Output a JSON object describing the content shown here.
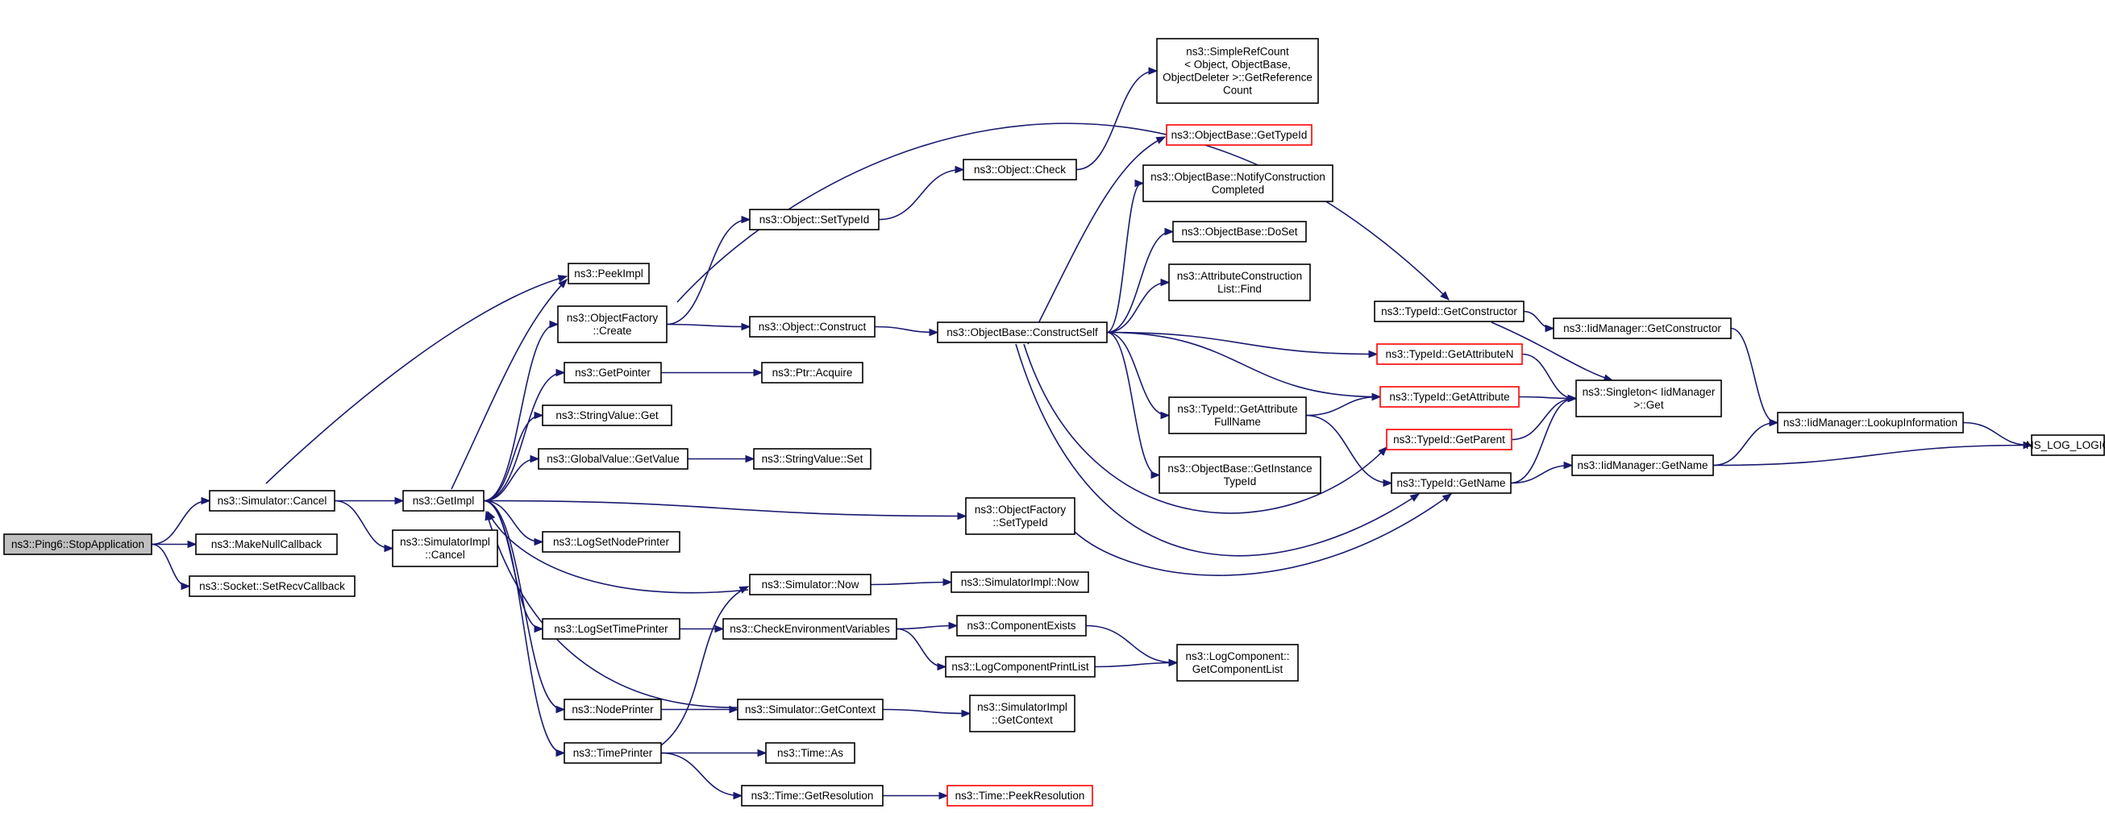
{
  "colors": {
    "edge": "#191970",
    "box_border": "#000000",
    "box_border_incomplete": "#ff0000",
    "root_fill": "#bfbfbf",
    "box_fill": "#ffffff"
  },
  "nodes": [
    {
      "id": "ping6_stop",
      "lines": [
        "ns3::Ping6::StopApplication"
      ],
      "root": true
    },
    {
      "id": "sim_cancel",
      "lines": [
        "ns3::Simulator::Cancel"
      ]
    },
    {
      "id": "make_null_cb",
      "lines": [
        "ns3::MakeNullCallback"
      ]
    },
    {
      "id": "socket_setrecv",
      "lines": [
        "ns3::Socket::SetRecvCallback"
      ]
    },
    {
      "id": "get_impl",
      "lines": [
        "ns3::GetImpl"
      ]
    },
    {
      "id": "simimpl_cancel",
      "lines": [
        "ns3::SimulatorImpl",
        "::Cancel"
      ]
    },
    {
      "id": "peek_impl",
      "lines": [
        "ns3::PeekImpl"
      ]
    },
    {
      "id": "objfactory_create",
      "lines": [
        "ns3::ObjectFactory",
        "::Create"
      ]
    },
    {
      "id": "get_pointer",
      "lines": [
        "ns3::GetPointer"
      ]
    },
    {
      "id": "stringvalue_get",
      "lines": [
        "ns3::StringValue::Get"
      ]
    },
    {
      "id": "globalvalue_getvalue",
      "lines": [
        "ns3::GlobalValue::GetValue"
      ]
    },
    {
      "id": "log_set_node_printer",
      "lines": [
        "ns3::LogSetNodePrinter"
      ]
    },
    {
      "id": "log_set_time_printer",
      "lines": [
        "ns3::LogSetTimePrinter"
      ]
    },
    {
      "id": "node_printer",
      "lines": [
        "ns3::NodePrinter"
      ]
    },
    {
      "id": "time_printer",
      "lines": [
        "ns3::TimePrinter"
      ]
    },
    {
      "id": "object_settypeid",
      "lines": [
        "ns3::Object::SetTypeId"
      ]
    },
    {
      "id": "object_construct",
      "lines": [
        "ns3::Object::Construct"
      ]
    },
    {
      "id": "ptr_acquire",
      "lines": [
        "ns3::Ptr::Acquire"
      ]
    },
    {
      "id": "stringvalue_set",
      "lines": [
        "ns3::StringValue::Set"
      ]
    },
    {
      "id": "sim_now",
      "lines": [
        "ns3::Simulator::Now"
      ]
    },
    {
      "id": "check_env_vars",
      "lines": [
        "ns3::CheckEnvironmentVariables"
      ]
    },
    {
      "id": "sim_getcontext",
      "lines": [
        "ns3::Simulator::GetContext"
      ]
    },
    {
      "id": "time_as",
      "lines": [
        "ns3::Time::As"
      ]
    },
    {
      "id": "time_getresolution",
      "lines": [
        "ns3::Time::GetResolution"
      ]
    },
    {
      "id": "object_check",
      "lines": [
        "ns3::Object::Check"
      ]
    },
    {
      "id": "objbase_constructself",
      "lines": [
        "ns3::ObjectBase::ConstructSelf"
      ]
    },
    {
      "id": "objfactory_settypeid",
      "lines": [
        "ns3::ObjectFactory",
        "::SetTypeId"
      ]
    },
    {
      "id": "simimpl_now",
      "lines": [
        "ns3::SimulatorImpl::Now"
      ]
    },
    {
      "id": "component_exists",
      "lines": [
        "ns3::ComponentExists"
      ]
    },
    {
      "id": "logcomponent_printlist",
      "lines": [
        "ns3::LogComponentPrintList"
      ]
    },
    {
      "id": "simimpl_getcontext",
      "lines": [
        "ns3::SimulatorImpl",
        "::GetContext"
      ]
    },
    {
      "id": "time_peekresolution",
      "lines": [
        "ns3::Time::PeekResolution"
      ],
      "incomplete": true
    },
    {
      "id": "simplerefcount",
      "lines": [
        "ns3::SimpleRefCount",
        "< Object, ObjectBase,",
        "ObjectDeleter >::GetReference",
        "Count"
      ]
    },
    {
      "id": "objbase_gettypeid",
      "lines": [
        "ns3::ObjectBase::GetTypeId"
      ],
      "incomplete": true
    },
    {
      "id": "objbase_notifyconstruction",
      "lines": [
        "ns3::ObjectBase::NotifyConstruction",
        "Completed"
      ]
    },
    {
      "id": "objbase_doset",
      "lines": [
        "ns3::ObjectBase::DoSet"
      ]
    },
    {
      "id": "attrconstructionlist_find",
      "lines": [
        "ns3::AttributeConstruction",
        "List::Find"
      ]
    },
    {
      "id": "typeid_getattributefullname",
      "lines": [
        "ns3::TypeId::GetAttribute",
        "FullName"
      ]
    },
    {
      "id": "objbase_getinstancetypeid",
      "lines": [
        "ns3::ObjectBase::GetInstance",
        "TypeId"
      ]
    },
    {
      "id": "logcomponent_getcomponentlist",
      "lines": [
        "ns3::LogComponent::",
        "GetComponentList"
      ]
    },
    {
      "id": "typeid_getconstructor",
      "lines": [
        "ns3::TypeId::GetConstructor"
      ]
    },
    {
      "id": "typeid_getattributen",
      "lines": [
        "ns3::TypeId::GetAttributeN"
      ],
      "incomplete": true
    },
    {
      "id": "typeid_getattribute",
      "lines": [
        "ns3::TypeId::GetAttribute"
      ],
      "incomplete": true
    },
    {
      "id": "typeid_getparent",
      "lines": [
        "ns3::TypeId::GetParent"
      ],
      "incomplete": true
    },
    {
      "id": "typeid_getname",
      "lines": [
        "ns3::TypeId::GetName"
      ]
    },
    {
      "id": "iidmanager_getconstructor",
      "lines": [
        "ns3::IidManager::GetConstructor"
      ]
    },
    {
      "id": "singleton_get",
      "lines": [
        "ns3::Singleton< IidManager",
        ">::Get"
      ]
    },
    {
      "id": "iidmanager_getname",
      "lines": [
        "ns3::IidManager::GetName"
      ]
    },
    {
      "id": "iidmanager_lookupinformation",
      "lines": [
        "ns3::IidManager::LookupInformation"
      ]
    },
    {
      "id": "ns_log_logic",
      "lines": [
        "NS_LOG_LOGIC"
      ]
    }
  ],
  "edges": [
    [
      "ping6_stop",
      "sim_cancel"
    ],
    [
      "ping6_stop",
      "make_null_cb"
    ],
    [
      "ping6_stop",
      "socket_setrecv"
    ],
    [
      "sim_cancel",
      "get_impl"
    ],
    [
      "sim_cancel",
      "simimpl_cancel"
    ],
    [
      "sim_cancel",
      "peek_impl"
    ],
    [
      "get_impl",
      "peek_impl"
    ],
    [
      "get_impl",
      "objfactory_create"
    ],
    [
      "get_impl",
      "get_pointer"
    ],
    [
      "get_impl",
      "stringvalue_get"
    ],
    [
      "get_impl",
      "globalvalue_getvalue"
    ],
    [
      "get_impl",
      "log_set_node_printer"
    ],
    [
      "get_impl",
      "log_set_time_printer"
    ],
    [
      "get_impl",
      "node_printer"
    ],
    [
      "get_impl",
      "time_printer"
    ],
    [
      "get_impl",
      "objfactory_settypeid"
    ],
    [
      "objfactory_create",
      "object_settypeid"
    ],
    [
      "objfactory_create",
      "object_construct"
    ],
    [
      "objfactory_create",
      "typeid_getconstructor"
    ],
    [
      "get_pointer",
      "ptr_acquire"
    ],
    [
      "globalvalue_getvalue",
      "stringvalue_set"
    ],
    [
      "object_settypeid",
      "object_check"
    ],
    [
      "object_check",
      "simplerefcount"
    ],
    [
      "object_construct",
      "objbase_constructself"
    ],
    [
      "objbase_constructself",
      "objbase_gettypeid"
    ],
    [
      "objbase_constructself",
      "objbase_notifyconstruction"
    ],
    [
      "objbase_constructself",
      "objbase_doset"
    ],
    [
      "objbase_constructself",
      "attrconstructionlist_find"
    ],
    [
      "objbase_constructself",
      "typeid_getattributen"
    ],
    [
      "objbase_constructself",
      "typeid_getattribute"
    ],
    [
      "objbase_constructself",
      "typeid_getattributefullname"
    ],
    [
      "objbase_constructself",
      "objbase_getinstancetypeid"
    ],
    [
      "objbase_constructself",
      "typeid_getparent"
    ],
    [
      "objbase_constructself",
      "typeid_getname"
    ],
    [
      "typeid_getattributefullname",
      "typeid_getattribute"
    ],
    [
      "typeid_getattributefullname",
      "typeid_getname"
    ],
    [
      "objfactory_settypeid",
      "typeid_getname"
    ],
    [
      "typeid_getconstructor",
      "iidmanager_getconstructor"
    ],
    [
      "typeid_getconstructor",
      "singleton_get"
    ],
    [
      "typeid_getattributen",
      "singleton_get"
    ],
    [
      "typeid_getattribute",
      "singleton_get"
    ],
    [
      "typeid_getparent",
      "singleton_get"
    ],
    [
      "typeid_getname",
      "singleton_get"
    ],
    [
      "typeid_getname",
      "iidmanager_getname"
    ],
    [
      "iidmanager_getconstructor",
      "iidmanager_lookupinformation"
    ],
    [
      "iidmanager_getname",
      "iidmanager_lookupinformation"
    ],
    [
      "iidmanager_getname",
      "ns_log_logic"
    ],
    [
      "iidmanager_lookupinformation",
      "ns_log_logic"
    ],
    [
      "sim_now",
      "get_impl"
    ],
    [
      "sim_now",
      "simimpl_now"
    ],
    [
      "log_set_time_printer",
      "check_env_vars"
    ],
    [
      "check_env_vars",
      "component_exists"
    ],
    [
      "check_env_vars",
      "logcomponent_printlist"
    ],
    [
      "component_exists",
      "logcomponent_getcomponentlist"
    ],
    [
      "logcomponent_printlist",
      "logcomponent_getcomponentlist"
    ],
    [
      "node_printer",
      "sim_getcontext"
    ],
    [
      "sim_getcontext",
      "get_impl"
    ],
    [
      "sim_getcontext",
      "simimpl_getcontext"
    ],
    [
      "time_printer",
      "sim_now"
    ],
    [
      "time_printer",
      "time_as"
    ],
    [
      "time_printer",
      "time_getresolution"
    ],
    [
      "time_getresolution",
      "time_peekresolution"
    ]
  ]
}
